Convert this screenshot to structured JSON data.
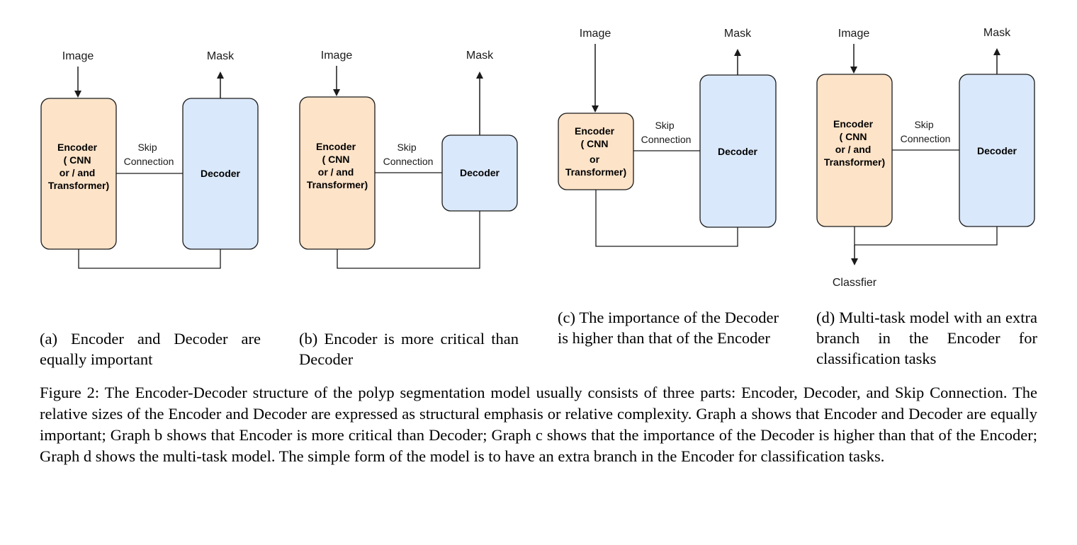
{
  "colors": {
    "encoder_fill": "#fde3c8",
    "decoder_fill": "#dae8fb",
    "stroke": "#1a1a1a"
  },
  "panels": [
    {
      "id": "a",
      "labels": {
        "input": "Image",
        "output": "Mask",
        "skip_line1": "Skip",
        "skip_line2": "Connection",
        "decoder": "Decoder"
      },
      "encoder_lines": [
        "Encoder",
        "( CNN",
        "or / and",
        "Transformer)"
      ],
      "caption": "(a) Encoder and Decoder are equally important"
    },
    {
      "id": "b",
      "labels": {
        "input": "Image",
        "output": "Mask",
        "skip_line1": "Skip",
        "skip_line2": "Connection",
        "decoder": "Decoder"
      },
      "encoder_lines": [
        "Encoder",
        "( CNN",
        "or / and",
        "Transformer)"
      ],
      "caption": "(b) Encoder is more critical than Decoder"
    },
    {
      "id": "c",
      "labels": {
        "input": "Image",
        "output": "Mask",
        "skip_line1": "Skip",
        "skip_line2": "Connection",
        "decoder": "Decoder"
      },
      "encoder_lines": [
        "Encoder",
        "( CNN",
        "or",
        "Transformer)"
      ],
      "caption": "(c) The importance of the Decoder is higher than that of the Encoder"
    },
    {
      "id": "d",
      "labels": {
        "input": "Image",
        "output": "Mask",
        "skip_line1": "Skip",
        "skip_line2": "Connection",
        "decoder": "Decoder",
        "classifier": "Classfier"
      },
      "encoder_lines": [
        "Encoder",
        "( CNN",
        "or / and",
        "Transformer)"
      ],
      "caption": "(d) Multi-task model with an extra branch in the Encoder for classification tasks"
    }
  ],
  "figure_caption": "Figure 2: The Encoder-Decoder structure of the polyp segmentation model usually consists of three parts: Encoder, Decoder, and Skip Connection. The relative sizes of the Encoder and Decoder are expressed as structural emphasis or relative complexity. Graph a shows that Encoder and Decoder are equally important; Graph b shows that Encoder is more critical than Decoder; Graph c shows that the importance of the Decoder is higher than that of the Encoder; Graph d shows the multi-task model. The simple form of the model is to have an extra branch in the Encoder for classification tasks."
}
